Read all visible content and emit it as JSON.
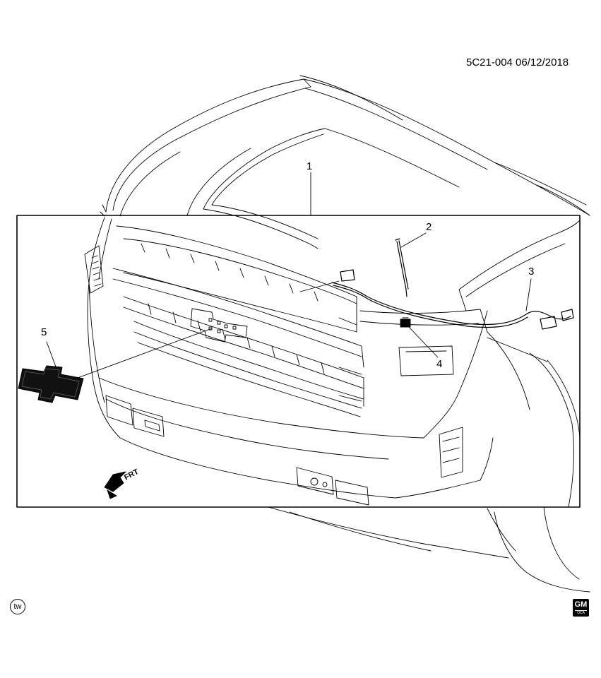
{
  "drawing_id": "5C21-004  06/12/2018",
  "callouts": [
    "1",
    "2",
    "3",
    "4",
    "5"
  ],
  "direction_label": "FRT",
  "tw_badge": "tw",
  "logo": {
    "main": "GM",
    "sub": "OCA"
  },
  "colors": {
    "line": "#000000",
    "background": "#ffffff"
  }
}
